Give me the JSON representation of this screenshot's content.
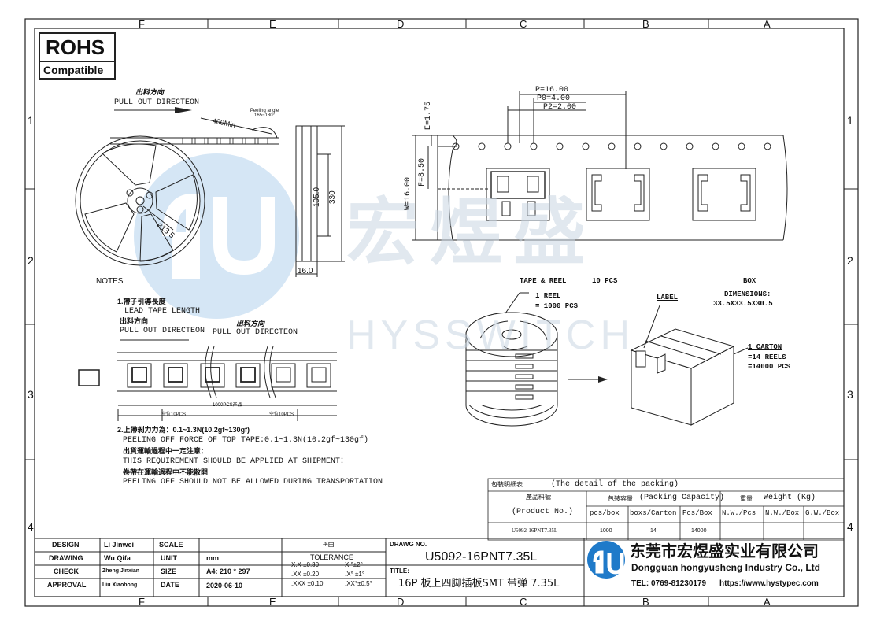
{
  "grid": {
    "cols": [
      "F",
      "E",
      "D",
      "C",
      "B",
      "A"
    ],
    "rows": [
      "1",
      "2",
      "3",
      "4"
    ]
  },
  "rohs": {
    "title": "ROHS",
    "subtitle": "Compatible"
  },
  "watermark": {
    "cn": "宏煜盛",
    "en": "HYSSWITCH"
  },
  "reel_view": {
    "pull_cn": "出料方向",
    "pull_en": "PULL OUT DIRECTEON",
    "min_len": "400Min",
    "peel_angle": "Peeling angle 165~180°",
    "hub_dia": "ø13.5",
    "dim_105": "105.0",
    "dim_330": "330",
    "dim_16": "16.0"
  },
  "tape_view": {
    "p": "P=16.00",
    "p0": "P0=4.00",
    "p2": "P2=2.00",
    "e": "E=1.75",
    "f": "F=8.50",
    "w": "W=16.00"
  },
  "notes": {
    "title": "NOTES",
    "n1_cn": "1.帶子引導長度",
    "n1_en": "LEAD TAPE LENGTH",
    "n1_dir_cn": "出料方向",
    "n1_dir_en": "PULL OUT DIRECTEON",
    "n1_dir2_cn": "出料方向",
    "n1_dir2_en": "PULL OUT DIRECTEON",
    "seg_left": "空位10PCS",
    "seg_mid": "1000PCS产品",
    "seg_right": "空位10PCS",
    "n2_cn": "2.上帶剝力力為：0.1~1.3N(10.2gf~130gf)",
    "n2_en": "PEELING OFF FORCE OF TOP TAPE:0.1~1.3N(10.2gf~130gf)",
    "n2b_cn": "出貨運輸過程中一定注意：",
    "n2b_en": "THIS REQUIREMENT SHOULD BE APPLIED AT SHIPMENT：",
    "n2c_cn": "卷帶在運輸過程中不能散開",
    "n2c_en": "PEELING OFF SHOULD NOT BE ALLOWED DURING TRANSPORTATION"
  },
  "packing_view": {
    "tape_reel": "TAPE & REEL",
    "pcs": "10 PCS",
    "reel_qty": "1 REEL",
    "reel_pcs": "= 1000 PCS",
    "box": "BOX",
    "dims_label": "DIMENSIONS:",
    "dims_value": "33.5X33.5X30.5",
    "label": "LABEL",
    "carton": "1 CARTON",
    "carton_reels": "=14 REELS",
    "carton_pcs": "=14000 PCS"
  },
  "packing_table": {
    "title_cn": "包裝明細表",
    "title_en": "(The detail of the packing)",
    "product_cn": "產品料號",
    "product_en": "(Product No.)",
    "capacity_cn": "包裝容量",
    "capacity_en": "(Packing Capacity)",
    "weight_cn": "重量",
    "weight_en": "Weight (Kg)",
    "sub_headers": [
      "pcs/box",
      "boxs/Carton",
      "Pcs/Box",
      "N.W./Pcs",
      "N.W./Box",
      "G.W./Box"
    ],
    "row": {
      "product": "U5092-16PNT7.35L",
      "values": [
        "1000",
        "14",
        "14000",
        "—",
        "—",
        "—"
      ]
    }
  },
  "title_block": {
    "design_label": "DESIGN",
    "design_name": "Li Jinwei",
    "drawing_label": "DRAWING",
    "drawing_name": "Wu Qifa",
    "check_label": "CHECK",
    "check_name": "Zheng Jinxian",
    "approval_label": "APPROVAL",
    "approval_name": "Liu Xiaohong",
    "scale_label": "SCALE",
    "unit_label": "UNIT",
    "unit_value": "mm",
    "size_label": "SIZE",
    "size_value": "A4: 210 * 297",
    "date_label": "DATE",
    "date_value": "2020-06-10",
    "tolerance_title": "TOLERANCE",
    "tol": [
      "X.X  ±0.30",
      "X.°±2°",
      ".XX  ±0.20",
      ".X° ±1°",
      ".XXX ±0.10",
      ".XX°±0.5°"
    ],
    "drawing_no_label": "DRAWG NO.",
    "drawing_no": "U5092-16PNT7.35L",
    "title_label": "TITLE:",
    "title_value": "16P 板上四脚插板SMT 带弹 7.35L",
    "company_cn": "东莞市宏煜盛实业有限公司",
    "company_en": "Dongguan hongyusheng Industry Co., Ltd",
    "tel": "TEL: 0769-81230179",
    "web": "https://www.hystypec.com"
  },
  "colors": {
    "line": "#222222",
    "watermark_blue": "#1f7ac9",
    "logo_blue": "#1f7ac9"
  }
}
